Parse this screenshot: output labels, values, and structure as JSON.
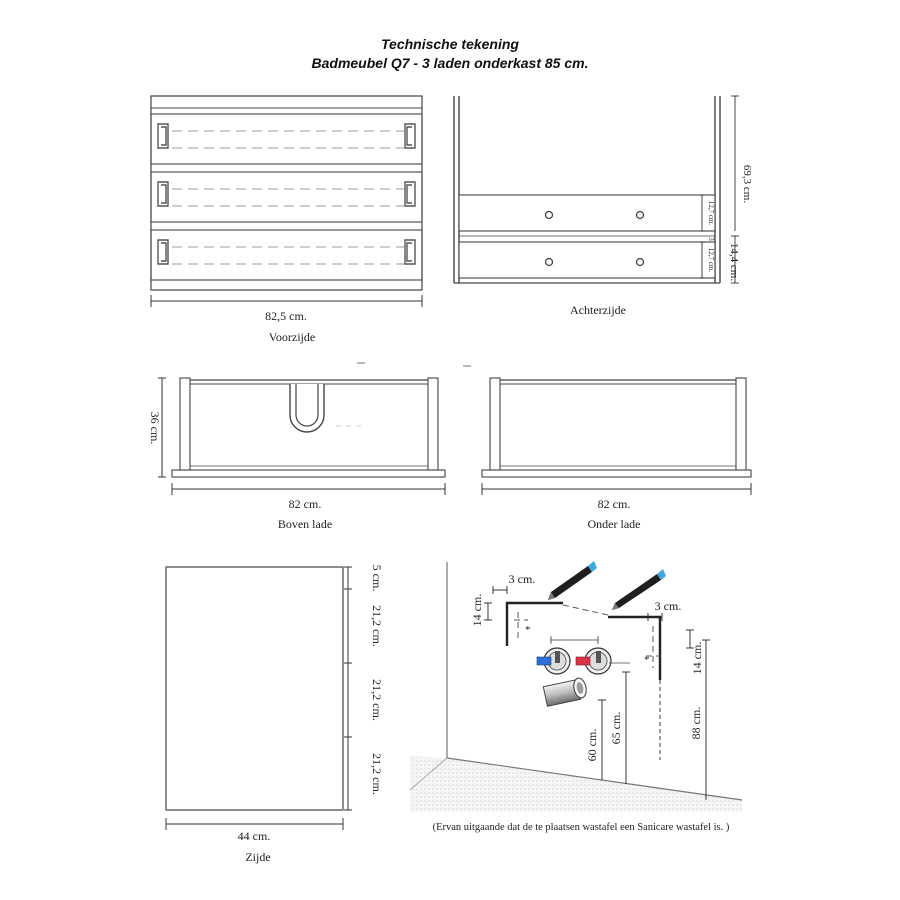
{
  "title": {
    "line1": "Technische tekening",
    "line2": "Badmeubel Q7 - 3 laden onderkast 85 cm."
  },
  "front": {
    "width": "82,5 cm.",
    "caption": "Voorzijde"
  },
  "back": {
    "height": "69,3 cm.",
    "drawer_height": "12,7 cm.",
    "gap": "3",
    "total": "14,4 cm.",
    "caption": "Achterzijde"
  },
  "top_drawer": {
    "height": "36 cm.",
    "width": "82 cm.",
    "caption": "Boven lade"
  },
  "bottom_drawer": {
    "width": "82 cm.",
    "caption": "Onder lade"
  },
  "side": {
    "width": "44 cm.",
    "caption": "Zijde",
    "segments": [
      "5 cm.",
      "21,2 cm.",
      "21,2 cm.",
      "21,2 cm."
    ]
  },
  "mounting": {
    "offset_left": "3 cm.",
    "offset_right": "3 cm.",
    "drop_left": "14 cm.",
    "drop_right": "14 cm.",
    "h_drain": "60 cm.",
    "h_taps": "65 cm.",
    "h_total": "88 cm.",
    "note": "(Ervan uitgaande dat de te plaatsen wastafel een Sanicare wastafel is. )"
  }
}
